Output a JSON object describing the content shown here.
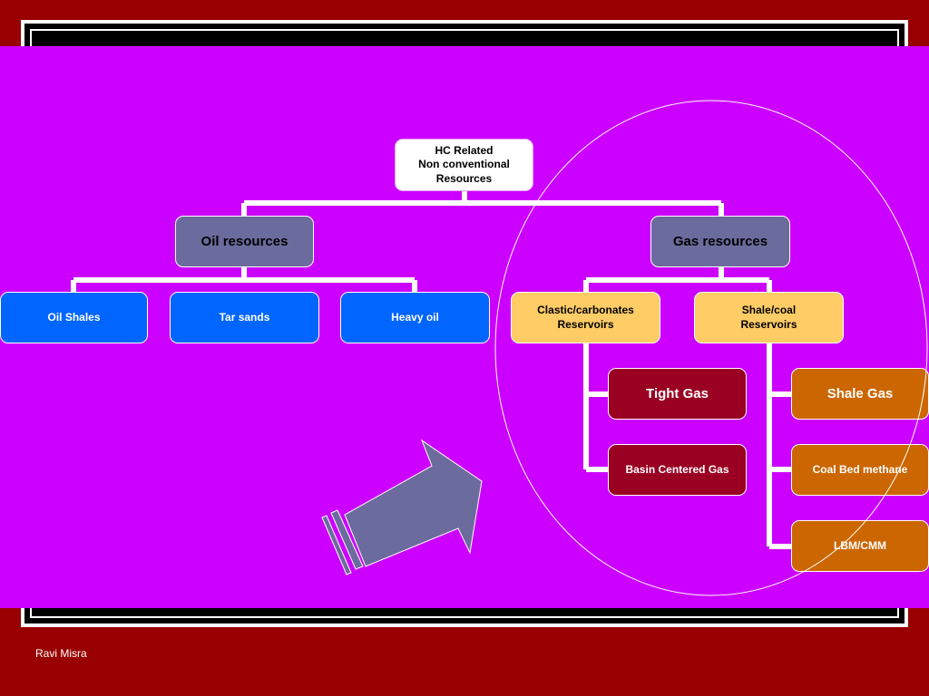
{
  "diagram": {
    "root": {
      "line1": "HC Related",
      "line2": "Non conventional",
      "line3": "Resources"
    },
    "oil": {
      "label": "Oil resources",
      "children": [
        "Oil Shales",
        "Tar sands",
        "Heavy oil"
      ]
    },
    "gas": {
      "label": "Gas resources",
      "clastic": {
        "line1": "Clastic/carbonates",
        "line2": "Reservoirs"
      },
      "shale": {
        "line1": "Shale/coal",
        "line2": "Reservoirs"
      },
      "clastic_children": [
        "Tight Gas",
        "Basin Centered Gas"
      ],
      "shale_children": [
        "Shale Gas",
        "Coal Bed methane",
        "LBM/CMM"
      ]
    }
  },
  "footer": {
    "author": "Ravi Misra"
  },
  "colors": {
    "slide_background": "#990000",
    "panel": "#cc00ff",
    "category_box": "#6b6b9e",
    "oil_box": "#0066ff",
    "reservoir_box": "#ffcc66",
    "tight_gas_box": "#990022",
    "shale_gas_box": "#cc6600",
    "arrow": "#6b6b9e"
  },
  "decorations": [
    "highlight-ellipse",
    "block-arrow"
  ]
}
